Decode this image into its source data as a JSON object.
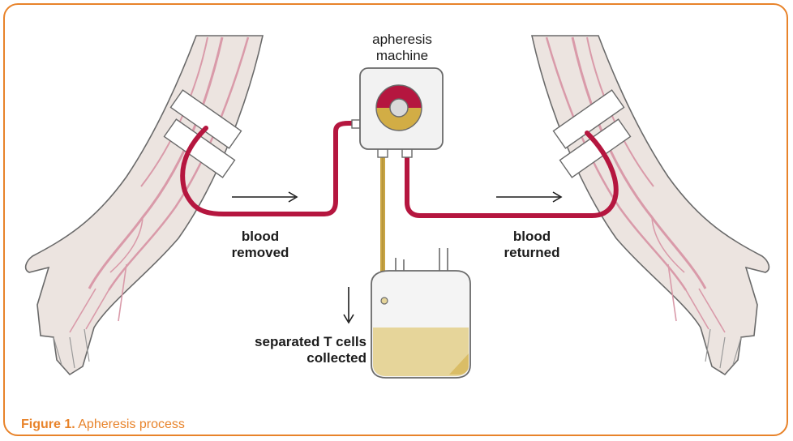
{
  "labels": {
    "machine_line1": "apheresis",
    "machine_line2": "machine",
    "removed_line1": "blood",
    "removed_line2": "removed",
    "returned_line1": "blood",
    "returned_line2": "returned",
    "collected_line1": "separated T cells",
    "collected_line2": "collected"
  },
  "caption": {
    "number": "Figure 1.",
    "text": "Apheresis process"
  },
  "colors": {
    "frame": "#e8832a",
    "blood_tube": "#b5163f",
    "cell_tube": "#c9a544",
    "bag_fill": "#e6d59a",
    "skin": "#ece4e0",
    "vein": "#d99aa9",
    "machine": "#f2f2f2"
  }
}
